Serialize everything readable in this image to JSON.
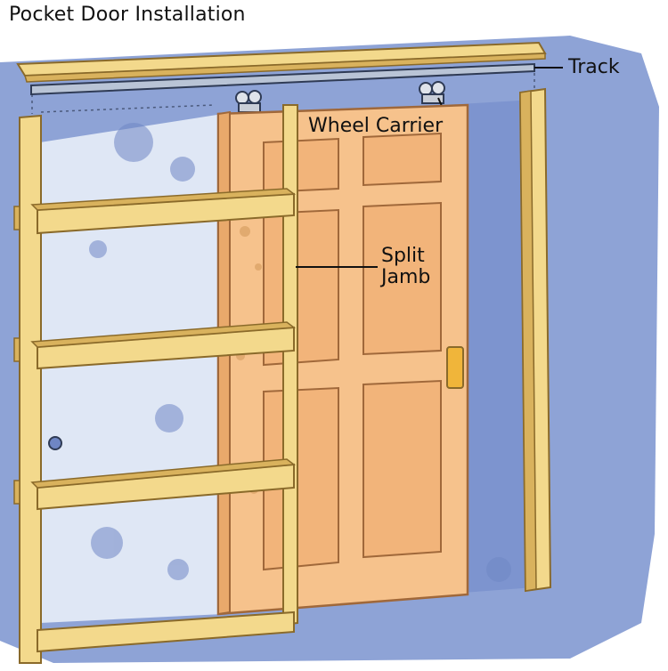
{
  "title": "Pocket Door Installation",
  "labels": {
    "track": "Track",
    "wheel_carrier": "Wheel Carrier",
    "split_jamb_line1": "Split",
    "split_jamb_line2": "Jamb"
  },
  "colors": {
    "wall": "#8ea3d6",
    "wall_shadow": "#6f86c4",
    "wall_light": "#dfe7f5",
    "lumber": "#f3d98c",
    "lumber_edge": "#8a6a2a",
    "lumber_side": "#d9b25d",
    "door": "#f6c28c",
    "door_panel": "#f2b47a",
    "door_edge": "#a0683a",
    "track": "#b9c4d6",
    "handle": "#f0b53a"
  }
}
